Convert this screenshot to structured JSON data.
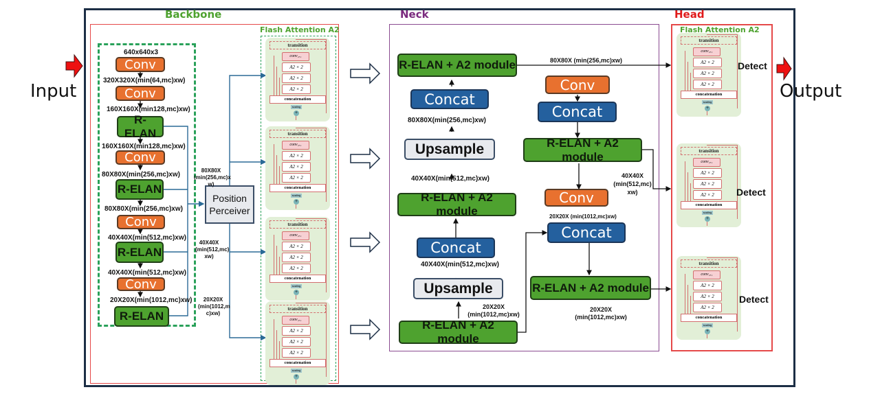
{
  "io": {
    "input_label": "Input",
    "output_label": "Output"
  },
  "colors": {
    "backbone": "#4ea22f",
    "neck": "#7a2a7e",
    "head": "#e01b1b",
    "conv": "#e8712f",
    "relan": "#4ea22f",
    "concat": "#24609e",
    "upsample": "#e8eaee",
    "arrow_red": "#ee1111",
    "wire_blue": "#2a6a96"
  },
  "backbone": {
    "title": "Backbone",
    "flash_title": "Flash Attention A2",
    "input_dim": "640x640x3",
    "blocks": [
      {
        "type": "conv",
        "label": "Conv",
        "out": "320X320X(min(64,mc)xw)"
      },
      {
        "type": "conv",
        "label": "Conv",
        "out": "160X160X(min128,mc)xw)"
      },
      {
        "type": "relan",
        "label": "R-ELAN",
        "out": "160X160X(min128,mc)xw)"
      },
      {
        "type": "conv",
        "label": "Conv",
        "out": "80X80X(min(256,mc)xw)"
      },
      {
        "type": "relan",
        "label": "R-ELAN",
        "out": "80X80X(min(256,mc)xw)"
      },
      {
        "type": "conv",
        "label": "Conv",
        "out": "40X40X(min(512,mc)xw)"
      },
      {
        "type": "relan",
        "label": "R-ELAN",
        "out": "40X40X(min(512,mc)xw)"
      },
      {
        "type": "conv",
        "label": "Conv",
        "out": "20X20X(min(1012,mc)xw)"
      },
      {
        "type": "relan",
        "label": "R-ELAN",
        "out": ""
      }
    ],
    "position_perceiver": {
      "line1": "Position",
      "line2": "Perceiver"
    },
    "branch_labels": [
      "80X80X (min(256,mc)x w)",
      "40X40X (min(512,mc) xw)",
      "20X20X (min(1012,m c)xw)"
    ]
  },
  "flash_block": {
    "transition": "transition",
    "conv": "conv₁ₓ₁",
    "a2": "A2  × 2",
    "concatenation": "concatenation",
    "scaling": "scaling",
    "plus": "+"
  },
  "neck": {
    "title": "Neck",
    "left_col": [
      {
        "type": "relan",
        "label": "R-ELAN + A2 module"
      },
      {
        "type": "concat",
        "label": "Concat"
      },
      {
        "type": "upsample",
        "label": "Upsample"
      },
      {
        "type": "relan",
        "label": "R-ELAN + A2 module"
      },
      {
        "type": "concat",
        "label": "Concat"
      },
      {
        "type": "upsample",
        "label": "Upsample"
      },
      {
        "type": "relan",
        "label": "R-ELAN + A2 module"
      }
    ],
    "right_col": [
      {
        "type": "conv",
        "label": "Conv"
      },
      {
        "type": "concat",
        "label": "Concat"
      },
      {
        "type": "relan",
        "label": "R-ELAN + A2 module"
      },
      {
        "type": "conv",
        "label": "Conv"
      },
      {
        "type": "concat",
        "label": "Concat"
      },
      {
        "type": "relan",
        "label": "R-ELAN + A2 module"
      }
    ],
    "labels": {
      "top_out": "80X80X (min(256,mc)xw)",
      "left_80": "80X80X(min(256,mc)xw)",
      "left_40a": "40X40X(min(512,mc)xw)",
      "left_40b": "40X40X(min(512,mc)xw)",
      "left_20": "20X20X (min(1012,mc)xw)",
      "right_40": "40X40X (min(512,mc) xw)",
      "right_20a": "20X20X (min(1012,mc)xw)",
      "right_20b": "20X20X (min(1012,mc)xw)"
    }
  },
  "head": {
    "title": "Head",
    "flash_title": "Flash Attention A2",
    "detect_labels": [
      "Detect",
      "Detect",
      "Detect"
    ]
  }
}
